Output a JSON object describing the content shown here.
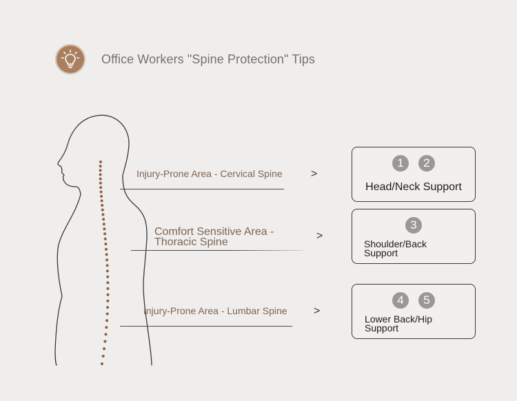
{
  "header": {
    "title": "Office Workers \"Spine Protection\" Tips",
    "icon": "lightbulb-icon",
    "accent_color": "#a97f5f"
  },
  "areas": [
    {
      "label": "Injury-Prone Area - Cervical Spine",
      "arrow": ">"
    },
    {
      "label": "Comfort Sensitive Area - Thoracic Spine",
      "arrow": ">"
    },
    {
      "label": "Injury-Prone Area - Lumbar Spine",
      "arrow": ">"
    }
  ],
  "cards": [
    {
      "numbers": [
        "1",
        "2"
      ],
      "text": "Head/Neck Support"
    },
    {
      "numbers": [
        "3"
      ],
      "text": "Shoulder/Back Support"
    },
    {
      "numbers": [
        "4",
        "5"
      ],
      "text": "Lower Back/Hip Support"
    }
  ],
  "colors": {
    "spine_dots": "#8a5f46",
    "label_text": "#7e6453",
    "number_badge": "#9c9794"
  }
}
